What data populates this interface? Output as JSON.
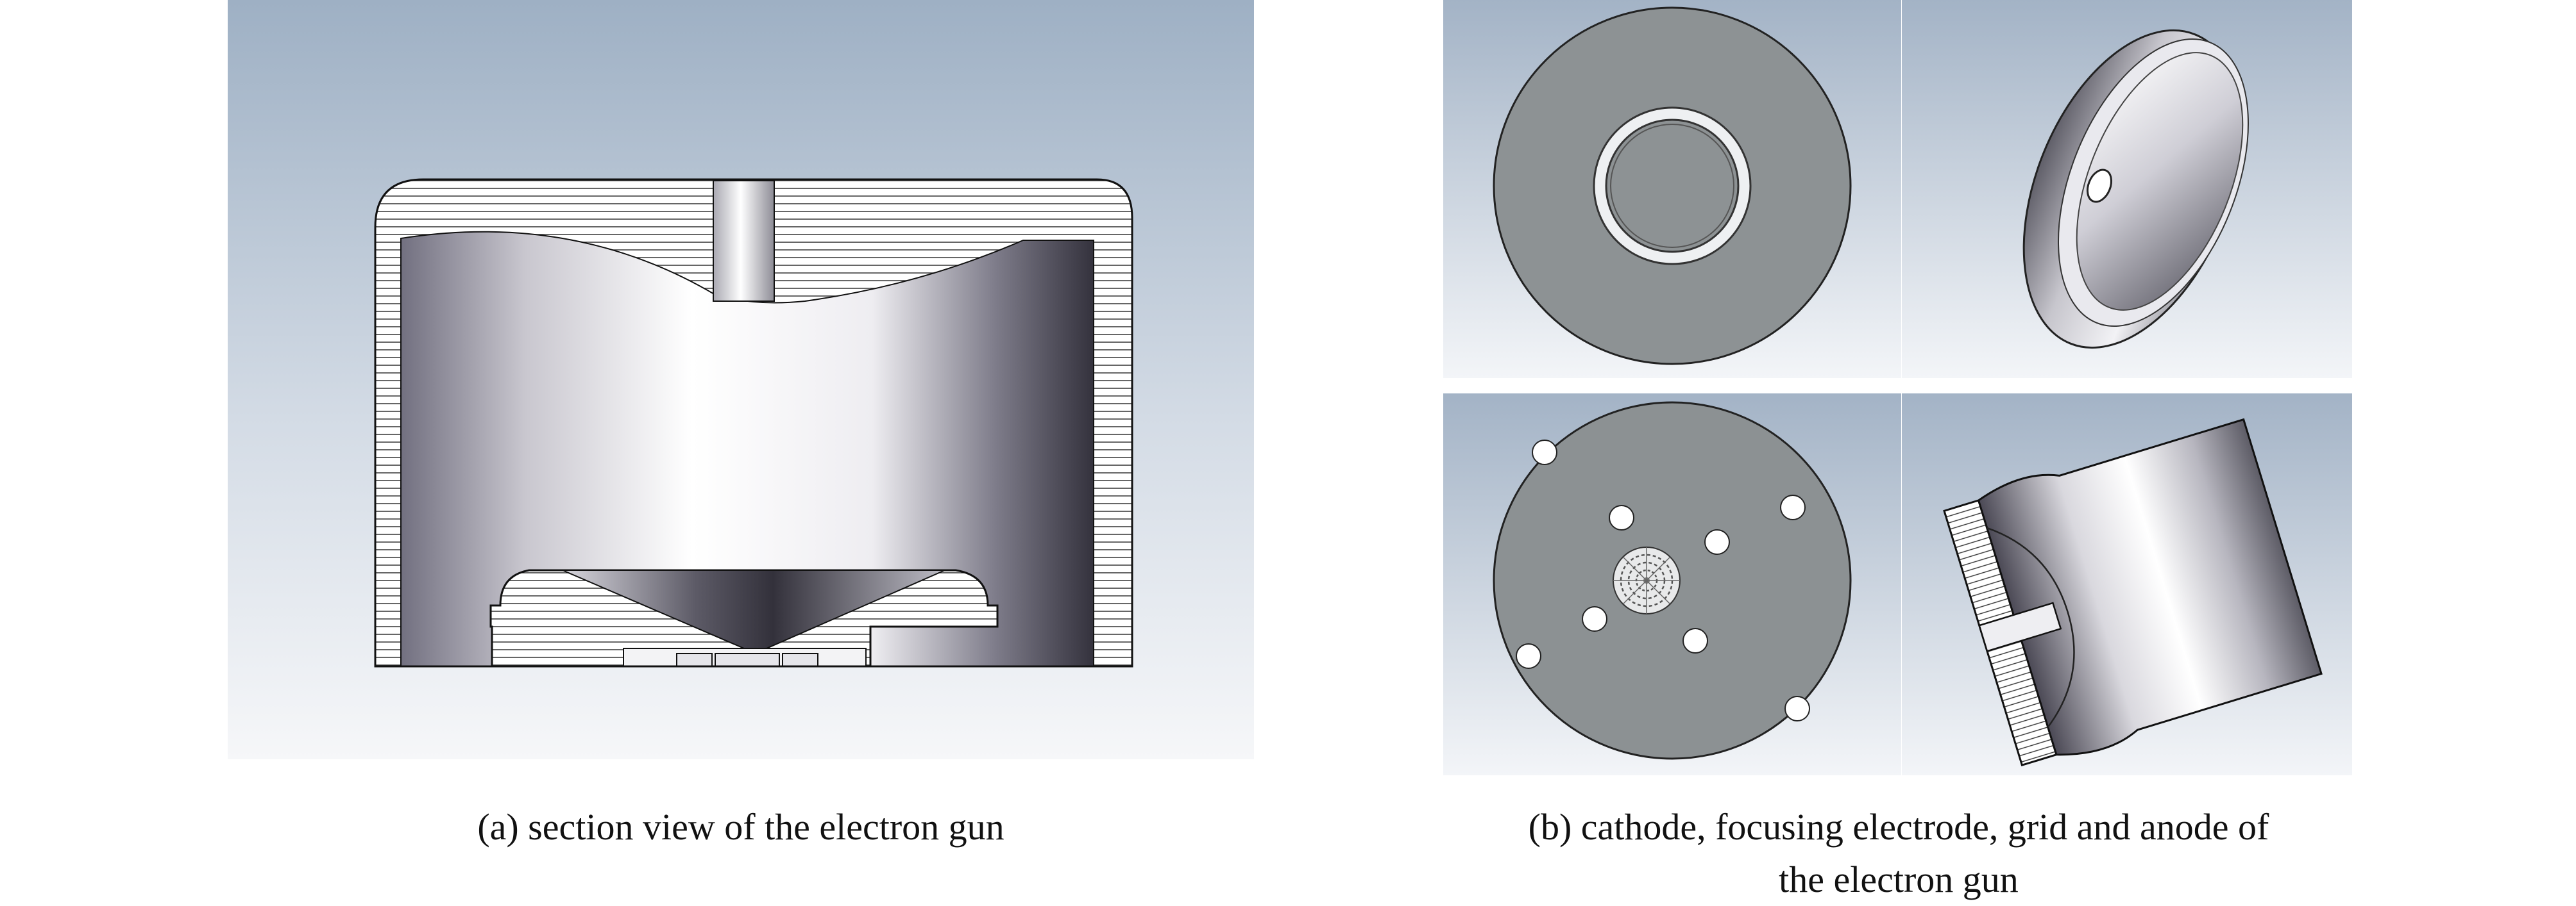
{
  "figure": {
    "panel_a": {
      "caption": "(a) section view of the electron gun"
    },
    "panel_b": {
      "caption_line1": "(b) cathode, focusing electrode, grid and anode of",
      "caption_line2": "the electron gun",
      "tiles": [
        "cathode",
        "focusing-electrode",
        "grid",
        "anode"
      ]
    }
  },
  "colors": {
    "background_top": "#9fb0c4",
    "background_bottom": "#f4f6f9",
    "metal_light": "#ffffff",
    "metal_dark": "#3c3a46",
    "disc_gray": "#8c9193",
    "outline": "#111111"
  }
}
